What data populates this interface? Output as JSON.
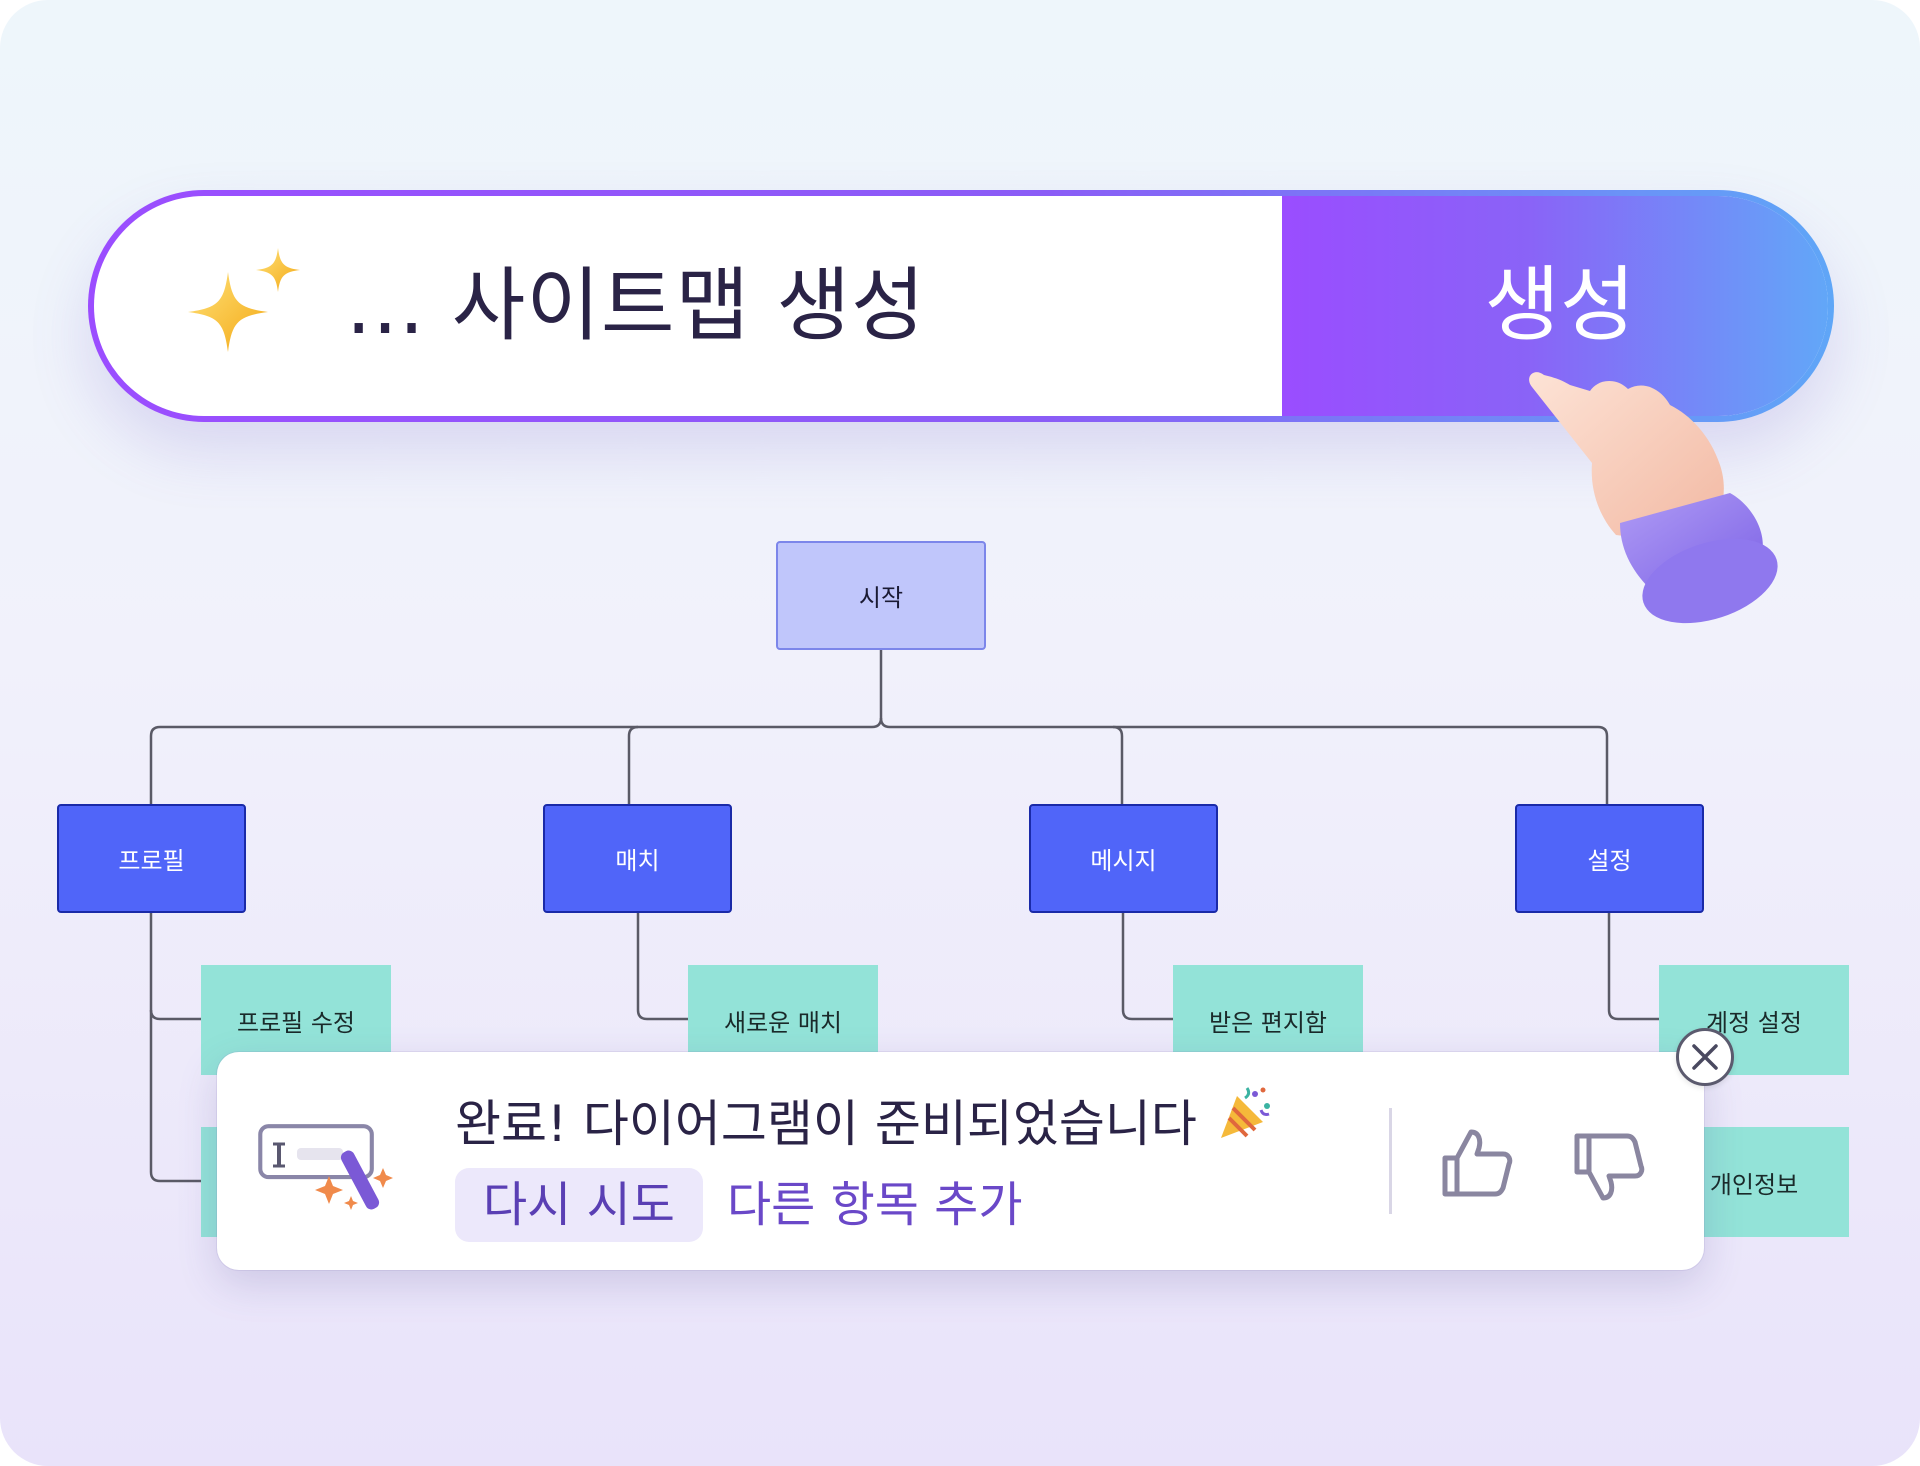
{
  "prompt": {
    "text": "... 사이트맵 생성",
    "button_label": "생성"
  },
  "diagram": {
    "root": "시작",
    "branches": [
      {
        "label": "프로필",
        "children": [
          "프로필 수정",
          ""
        ]
      },
      {
        "label": "매치",
        "children": [
          "새로운 매치"
        ]
      },
      {
        "label": "메시지",
        "children": [
          "받은 편지함"
        ]
      },
      {
        "label": "설정",
        "children": [
          "계정 설정",
          "개인정보"
        ]
      }
    ]
  },
  "toast": {
    "message": "완료! 다이어그램이 준비되었습니다",
    "retry_label": "다시 시도",
    "add_more_label": "다른 항목 추가"
  },
  "colors": {
    "accent_purple": "#9b4dff",
    "accent_blue": "#5fa6f7",
    "node_root": "#c0c6fb",
    "node_main": "#5065f9",
    "node_sub": "#93e3d8"
  },
  "icons": [
    "sparkles-icon",
    "hand-pointer-icon",
    "magic-wand-icon",
    "party-popper-icon",
    "thumbs-up-icon",
    "thumbs-down-icon",
    "close-icon"
  ]
}
